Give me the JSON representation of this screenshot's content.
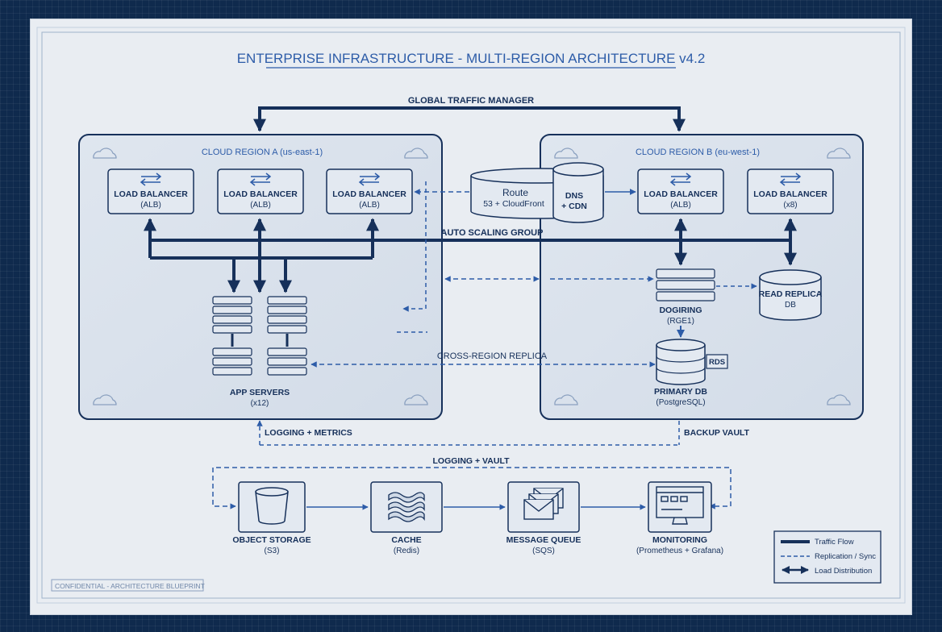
{
  "title": "ENTERPRISE INFRASTRUCTURE - MULTI-REGION ARCHITECTURE v4.2",
  "global_traffic_manager": "GLOBAL TRAFFIC MANAGER",
  "region_a": {
    "title": "CLOUD REGION A (us-east-1)",
    "load_balancers": [
      {
        "name": "LOAD BALANCER",
        "sub": "(ALB)"
      },
      {
        "name": "LOAD BALANCER",
        "sub": "(ALB)"
      },
      {
        "name": "LOAD BALANCER",
        "sub": "(ALB)"
      }
    ],
    "app_servers": {
      "name": "APP SERVERS",
      "sub": "(x12)"
    }
  },
  "region_b": {
    "title": "CLOUD REGION B (eu-west-1)",
    "load_balancers": [
      {
        "name": "LOAD BALANCER",
        "sub": "(ALB)"
      },
      {
        "name": "LOAD BALANCER",
        "sub": "(x8)"
      }
    ],
    "read_replica": {
      "name": "READ REPLICA",
      "sub": "DB"
    },
    "server_stack": {
      "name": "DOGIRING",
      "sub": "(RGE1)"
    },
    "primary_db": {
      "name": "PRIMARY DB",
      "sub": "(PostgreSQL)",
      "badge": "RDS"
    }
  },
  "dns": {
    "route_line1": "Route",
    "route_line2": "53 + CloudFront",
    "cdn_line1": "DNS",
    "cdn_line2": "+ CDN"
  },
  "auto_scaling": "AUTO SCALING GROUP",
  "cross_region": "CROSS-REGION REPLICA",
  "logging_metrics": "LOGGING + METRICS",
  "backup_vault": "BACKUP VAULT",
  "logging_vault": "LOGGING + VAULT",
  "services": [
    {
      "name": "OBJECT STORAGE",
      "sub": "(S3)",
      "icon": "bucket-icon"
    },
    {
      "name": "CACHE",
      "sub": "(Redis)",
      "icon": "cache-icon"
    },
    {
      "name": "MESSAGE QUEUE",
      "sub": "(SQS)",
      "icon": "envelope-icon"
    },
    {
      "name": "MONITORING",
      "sub": "(Prometheus + Grafana)",
      "icon": "monitor-icon"
    }
  ],
  "legend": {
    "traffic": "Traffic Flow",
    "replication": "Replication / Sync",
    "distribution": "Load Distribution"
  },
  "footer": "CONFIDENTIAL - ARCHITECTURE BLUEPRINT",
  "colors": {
    "ink": "#16305a",
    "accent": "#2d5ca8",
    "paper": "#e9edf2",
    "background": "#0f2a4d"
  }
}
